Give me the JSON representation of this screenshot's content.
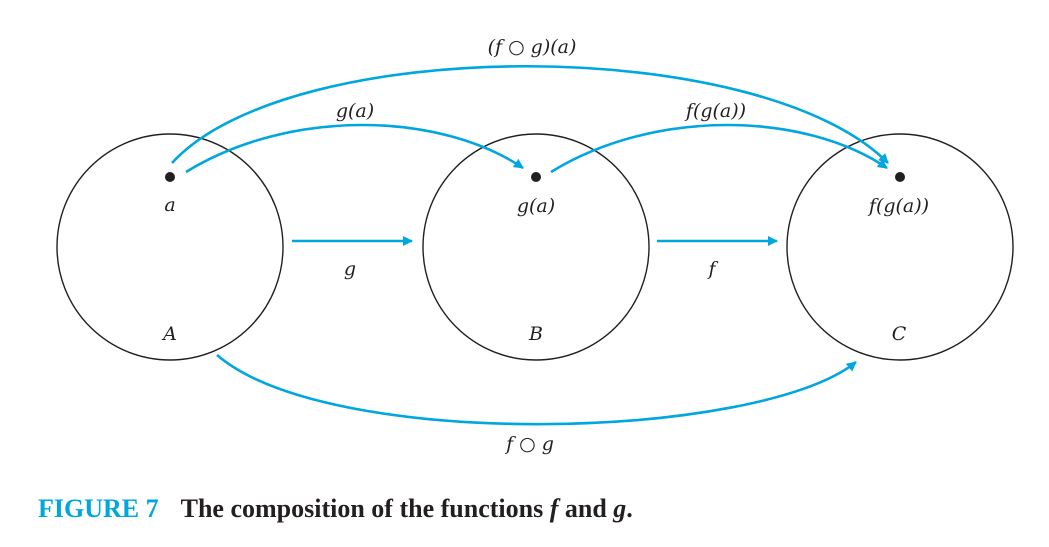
{
  "colors": {
    "arrow": "#00a6de",
    "ink": "#231f20",
    "caption_label": "#00a6de"
  },
  "sets": [
    {
      "name": "A",
      "element": "a"
    },
    {
      "name": "B",
      "element": "g(a)"
    },
    {
      "name": "C",
      "element": "f(g(a))"
    }
  ],
  "arrows": {
    "g": "g",
    "f": "f",
    "g_of_a": "g(a)",
    "f_of_g_of_a": "f(g(a))",
    "composition_at_a": "(f ○ g)(a)",
    "composition": "f ○ g"
  },
  "caption": {
    "label": "FIGURE 7",
    "text_before_f": "The composition of the functions ",
    "f": "f",
    "and": " and ",
    "g": "g",
    "period": "."
  }
}
